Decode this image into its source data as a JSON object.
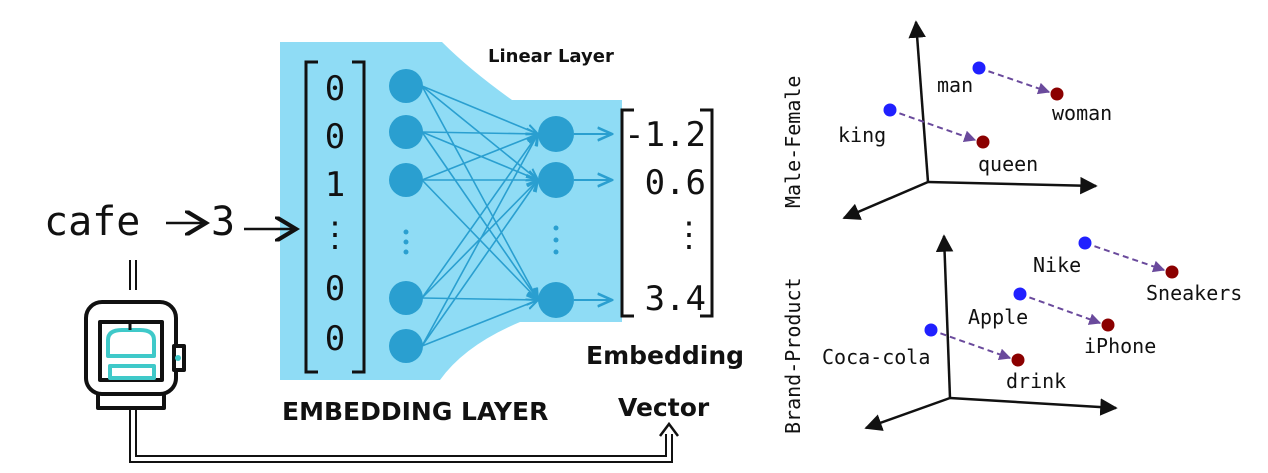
{
  "pipeline": {
    "word": "cafe",
    "token_id": "3",
    "onehot": [
      "0",
      "0",
      "1",
      "⋮",
      "0",
      "0"
    ],
    "linear_layer_label": "Linear Layer",
    "embedding_layer_label": "EMBEDDING LAYER",
    "output_values": [
      "-1.2",
      "0.6",
      "⋮",
      "3.4"
    ],
    "output_label_line1": "Embedding",
    "output_label_line2": "Vector"
  },
  "colors": {
    "layer_bg": "#8fdcf5",
    "neuron": "#2a9fd0",
    "connection": "#2a9fd0",
    "vector_start": "#2020ff",
    "vector_end": "#8b0000",
    "relation_arrow": "#6a4a9c",
    "printer_accent": "#3fc9c9"
  },
  "icons": {
    "printer": "3d-printer-icon"
  },
  "plots": [
    {
      "axis_label": "Male-Female",
      "pairs": [
        {
          "from": "man",
          "to": "woman"
        },
        {
          "from": "king",
          "to": "queen"
        }
      ]
    },
    {
      "axis_label": "Brand-Product",
      "pairs": [
        {
          "from": "Nike",
          "to": "Sneakers"
        },
        {
          "from": "Apple",
          "to": "iPhone"
        },
        {
          "from": "Coca-cola",
          "to": "drink"
        }
      ]
    }
  ]
}
